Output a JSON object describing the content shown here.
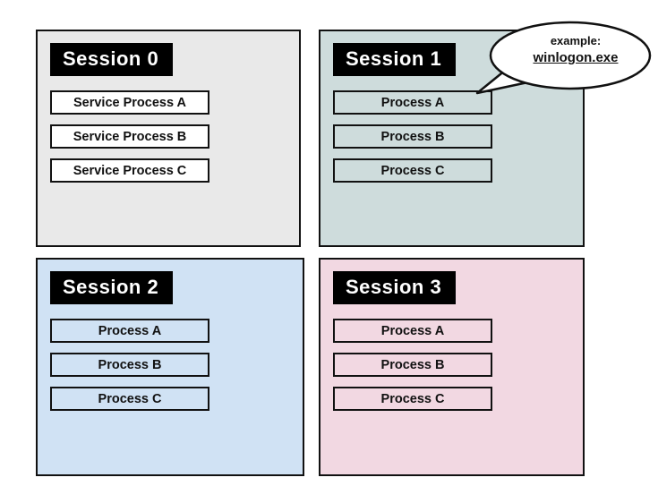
{
  "sessions": [
    {
      "title": "Session 0",
      "bg": "#e9e9e9",
      "process_bg": "#ffffff",
      "processes": [
        "Service Process A",
        "Service Process B",
        "Service Process C"
      ]
    },
    {
      "title": "Session 1",
      "bg": "#cedcdc",
      "process_bg": "#cedcdc",
      "processes": [
        "Process A",
        "Process B",
        "Process C"
      ]
    },
    {
      "title": "Session 2",
      "bg": "#d0e2f4",
      "process_bg": "#d0e2f4",
      "processes": [
        "Process A",
        "Process B",
        "Process C"
      ]
    },
    {
      "title": "Session 3",
      "bg": "#f2d8e2",
      "process_bg": "#f2d8e2",
      "processes": [
        "Process A",
        "Process B",
        "Process C"
      ]
    }
  ],
  "callout": {
    "line1": "example:",
    "line2": "winlogon.exe"
  },
  "colors": {
    "header_bg": "#000000",
    "header_text": "#ffffff",
    "border": "#111111",
    "bubble_fill": "#ffffff"
  }
}
